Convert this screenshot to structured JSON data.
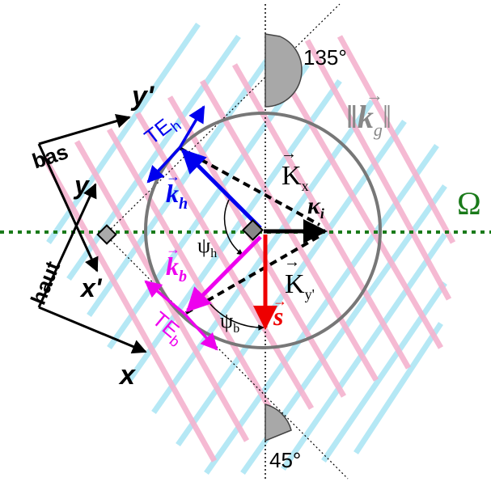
{
  "labels": {
    "angle_top": "135°",
    "angle_bottom": "45°",
    "kg_norm": "‖k⃗g‖",
    "kg_norm_main": "‖k",
    "kg_norm_sub": "g",
    "kg_norm_close": "‖",
    "omega": "Ω",
    "kx": "K",
    "kx_sub": "x",
    "ki": "κ",
    "ki_sub": "i",
    "kyp": "K",
    "kyp_sub": "y'",
    "te_h": "TE",
    "te_h_sub": "h",
    "te_b": "TE",
    "te_b_sub": "b",
    "kh": "k",
    "kh_sub": "h",
    "kb": "k",
    "kb_sub": "b",
    "s": "s",
    "psi_h": "ψ",
    "psi_h_sub": "h",
    "psi_b": "ψ",
    "psi_b_sub": "b",
    "bas": "bas",
    "haut": "haut",
    "y_prime": "y'",
    "y": "y",
    "x_prime": "x'",
    "x": "x"
  },
  "colors": {
    "blue": "#0000ee",
    "magenta": "#ee00ee",
    "red": "#ee0000",
    "green": "#1a7a1a",
    "gray": "#777777",
    "cyan_stripe": "#aee6f5",
    "pink_stripe": "#f5b3cf"
  }
}
